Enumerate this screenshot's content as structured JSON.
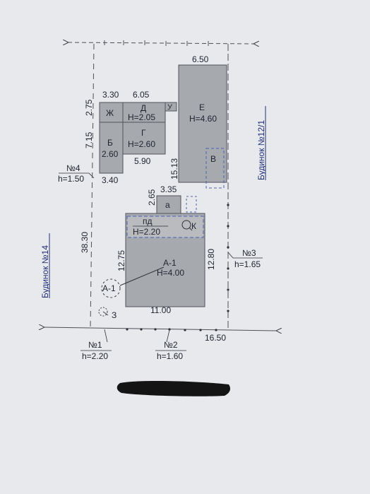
{
  "buildings": {
    "zh": {
      "label": "Ж"
    },
    "d": {
      "label": "Д",
      "height": "H=2.05"
    },
    "u": {
      "label": "У"
    },
    "b": {
      "label": "Б",
      "dim": "2.60"
    },
    "g": {
      "label": "Г",
      "height": "H=2.60"
    },
    "e": {
      "label": "Е",
      "height": "H=4.60"
    },
    "v": {
      "label": "В"
    },
    "a_small": {
      "label": "а"
    },
    "pd": {
      "label": "пд",
      "height": "H=2.20"
    },
    "k": {
      "label": "К"
    },
    "a1": {
      "label": "А-1",
      "height": "H=4.00"
    },
    "a1_circle": {
      "label": "А-1"
    },
    "z": {
      "label": "З"
    }
  },
  "dimensions": {
    "d330": "3.30",
    "d605": "6.05",
    "d650": "6.50",
    "d275": "2.75",
    "d715": "7.15",
    "d590": "5.90",
    "d340": "3.40",
    "d1513": "15.13",
    "d265": "2.65",
    "d335": "3.35",
    "d3830": "38.30",
    "d1275": "12.75",
    "d1280": "12.80",
    "d1100": "11.00",
    "d1650": "16.50"
  },
  "neighbors": {
    "n14": "Будинок №14",
    "n12_1": "Будинок №12/1"
  },
  "fences": {
    "f1": {
      "no": "№1",
      "h": "h=2.20"
    },
    "f2": {
      "no": "№2",
      "h": "h=1.60"
    },
    "f3": {
      "no": "№3",
      "h": "h=1.65"
    },
    "f4": {
      "no": "№4",
      "h": "h=1.50"
    }
  },
  "colors": {
    "background": "#e7e9ec",
    "building_fill": "#a6a9ae",
    "building_light": "#b9bbbf",
    "outline": "#50545c",
    "blue_text": "#23307a",
    "dashed_blue": "#4a63b5",
    "redaction": "#141414"
  }
}
